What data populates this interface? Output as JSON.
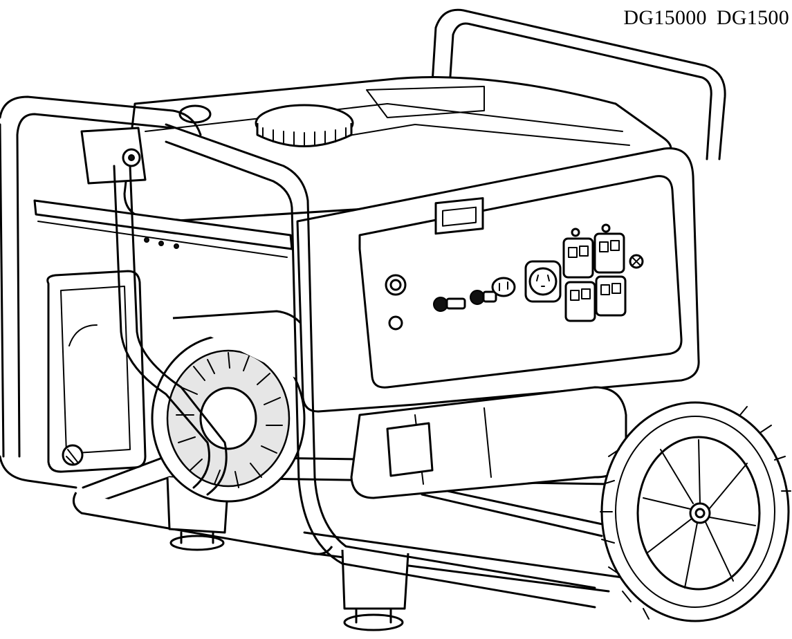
{
  "figure": {
    "model_labels": [
      "DG15000",
      "DG1500"
    ]
  },
  "colors": {
    "line": "#000000",
    "background": "#ffffff",
    "dark_fill": "#111111"
  },
  "icons": [
    "generator-illustration",
    "wheel-icon",
    "fuel-cap-icon",
    "control-panel-icon",
    "outlet-icon"
  ]
}
